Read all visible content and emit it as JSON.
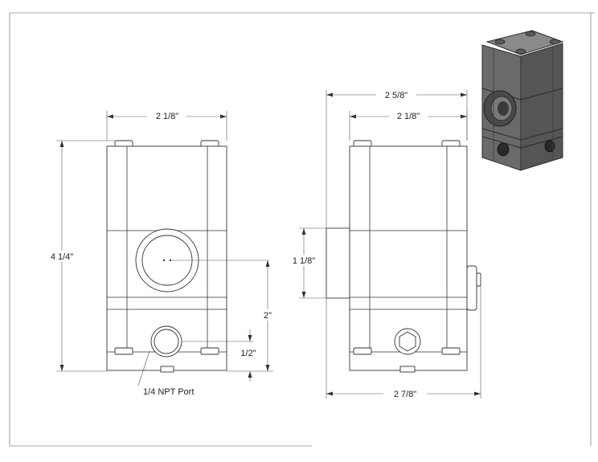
{
  "dimensions": {
    "front_width": "2 1/8\"",
    "front_height": "4 1/4\"",
    "port_to_center": "2\"",
    "port_height": "1/2\"",
    "port_label": "1/4 NPT Port",
    "side_total_width": "2 5/8\"",
    "side_body_width": "2 1/8\"",
    "side_gauge_height": "1 1/8\"",
    "side_overall_width": "2 7/8\""
  },
  "colors": {
    "line": "#333333",
    "render_body": "#6e6e6e",
    "render_dark": "#3a3a3a"
  },
  "icons": {
    "iso_view": "rendered-valve-3d-view"
  }
}
